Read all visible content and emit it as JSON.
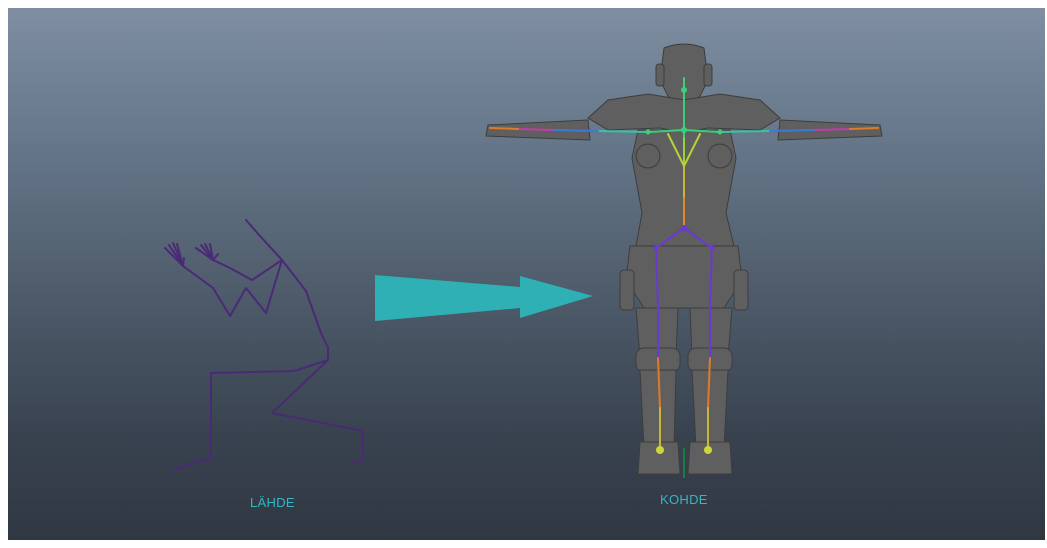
{
  "viewport": {
    "background_top": "#7f8ea1",
    "background_bottom": "#2f3741"
  },
  "labels": {
    "source": "LÄHDE",
    "target": "KOHDE"
  },
  "colors": {
    "label_text": "#34b6c3",
    "arrow": "#2fb0b4",
    "source_skeleton": "#4a2a75",
    "mesh": "#5f5f5f",
    "ground_axis": "#1f7a3f"
  },
  "icons": {
    "arrow": "retarget-arrow",
    "source": "source-skeleton",
    "target": "target-character-rig"
  }
}
